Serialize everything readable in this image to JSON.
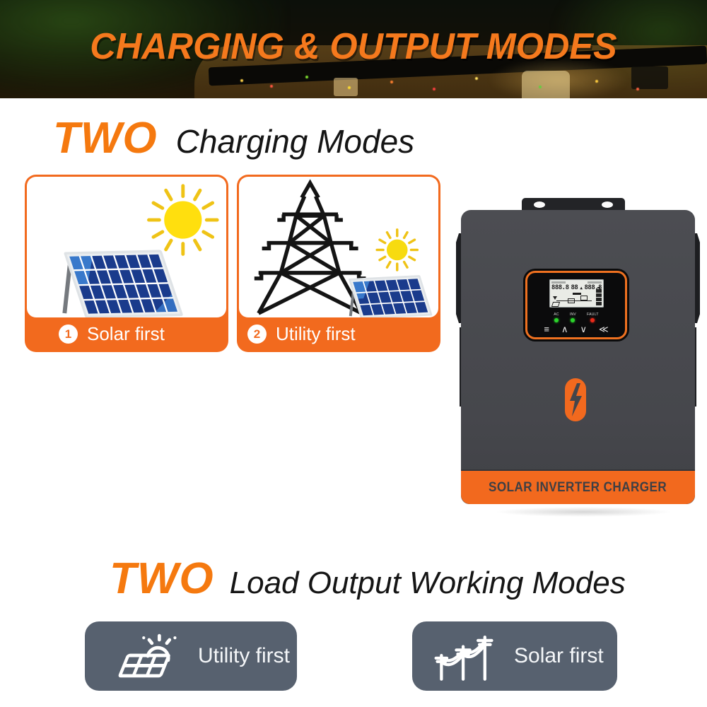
{
  "banner": {
    "title": "CHARGING & OUTPUT MODES"
  },
  "charging": {
    "highlight": "TWO",
    "title": "Charging Modes",
    "cards": [
      {
        "number": "1",
        "label": "Solar first",
        "icon": "solar-panel-with-sun"
      },
      {
        "number": "2",
        "label": "Utility first",
        "icon": "transmission-tower-with-sun-and-panel"
      }
    ]
  },
  "inverter": {
    "band_label": "SOLAR INVERTER CHARGER",
    "logo_icon": "lightning-bolt",
    "display": {
      "lcd": {
        "digits_left": "888.8",
        "digits_mid": "88",
        "warning_icon": "▲",
        "digits_right": "888.8"
      },
      "leds": [
        {
          "label": "AC",
          "color": "#2BD42B"
        },
        {
          "label": "INV",
          "color": "#2BD42B"
        },
        {
          "label": "FAULT",
          "color": "#E82A1A"
        }
      ],
      "keys": [
        {
          "name": "menu",
          "glyph": "≡"
        },
        {
          "name": "up",
          "glyph": "∧"
        },
        {
          "name": "down",
          "glyph": "∨"
        },
        {
          "name": "esc",
          "glyph": "≪"
        }
      ]
    }
  },
  "output": {
    "highlight": "TWO",
    "title": "Load Output Working Modes",
    "modes": [
      {
        "label": "Utility first",
        "icon": "solar-panel-with-sun-outline"
      },
      {
        "label": "Solar first",
        "icon": "power-lines-outline"
      }
    ]
  },
  "colors": {
    "accent": "#F26A1E",
    "inverter_body": "#47484D",
    "mode_button": "#57616F",
    "heading_orange": "#F5790F"
  }
}
